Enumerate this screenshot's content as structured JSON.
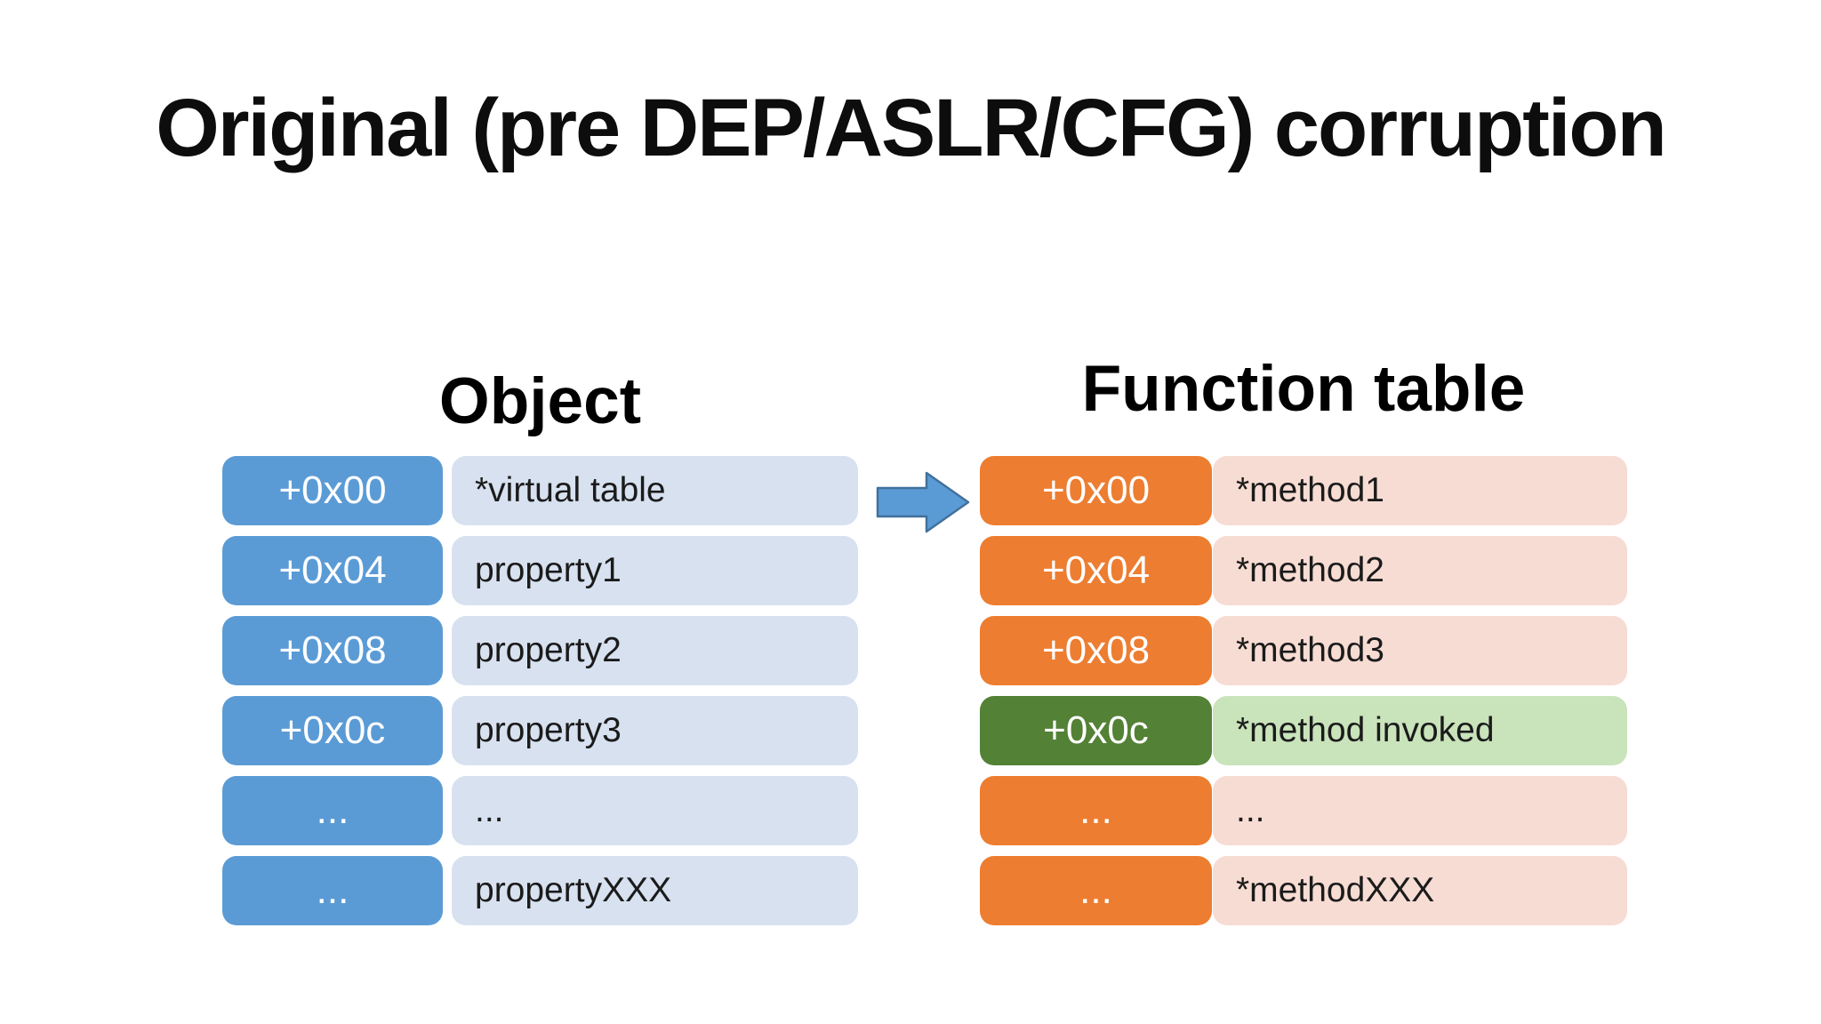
{
  "slide": {
    "title": "Original (pre DEP/ASLR/CFG) corruption",
    "background_color": "#ffffff"
  },
  "object_table": {
    "header": "Object",
    "offset_color": "#5B9BD5",
    "value_color": "#D7E1F0",
    "offset_text_color": "#ffffff",
    "value_text_color": "#1b1b1b",
    "rows": [
      {
        "offset": "+0x00",
        "value": "*virtual table"
      },
      {
        "offset": "+0x04",
        "value": "property1"
      },
      {
        "offset": "+0x08",
        "value": "property2"
      },
      {
        "offset": "+0x0c",
        "value": "property3"
      },
      {
        "offset": "...",
        "value": "..."
      },
      {
        "offset": "...",
        "value": "propertyXXX"
      }
    ]
  },
  "function_table": {
    "header": "Function table",
    "offset_color": "#ED7D31",
    "value_color": "#F7DCD3",
    "highlight_offset_color": "#538135",
    "highlight_value_color": "#C9E3BB",
    "offset_text_color": "#ffffff",
    "value_text_color": "#1b1b1b",
    "rows": [
      {
        "offset": "+0x00",
        "value": "*method1"
      },
      {
        "offset": "+0x04",
        "value": "*method2"
      },
      {
        "offset": "+0x08",
        "value": "*method3"
      },
      {
        "offset": "+0x0c",
        "value": "*method invoked",
        "highlighted": true
      },
      {
        "offset": "...",
        "value": "..."
      },
      {
        "offset": "...",
        "value": "*methodXXX"
      }
    ]
  },
  "arrow": {
    "meaning": "object vtable pointer points to function table",
    "fill_color": "#5B9BD5",
    "border_color": "#41719C"
  }
}
